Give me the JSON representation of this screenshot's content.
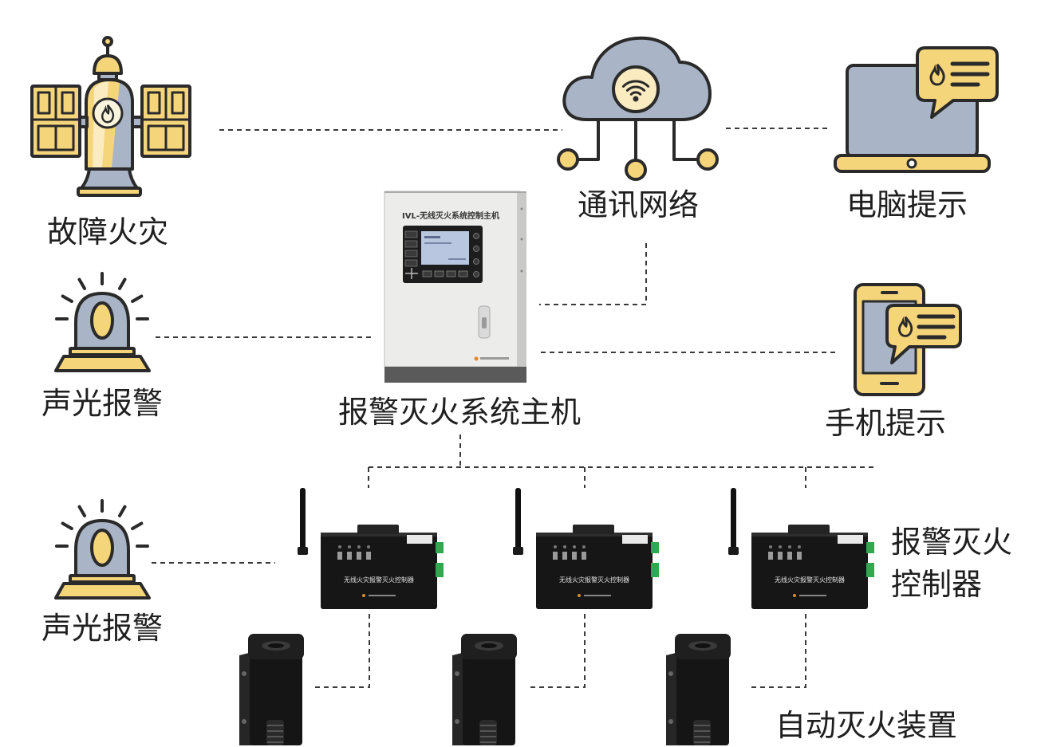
{
  "diagram": {
    "fault_fire": {
      "label": "故障火灾",
      "icon": "satellite-icon"
    },
    "network": {
      "label": "通讯网络",
      "icon": "cloud-wifi-icon"
    },
    "pc_alert": {
      "label": "电脑提示",
      "icon": "laptop-icon"
    },
    "host": {
      "label": "报警灭火系统主机",
      "panel_title": "IVL-无线灭火系统控制主机"
    },
    "alarm_top": {
      "label": "声光报警",
      "icon": "alarm-light-icon"
    },
    "phone_alert": {
      "label": "手机提示",
      "icon": "phone-icon"
    },
    "controllers": {
      "label_line1": "报警灭火",
      "label_line2": "控制器",
      "device_face_text": "无线火灾报警灭火控制器"
    },
    "alarm_bottom": {
      "label": "声光报警",
      "icon": "alarm-light-icon"
    },
    "extinguishers": {
      "label": "自动灭火装置"
    }
  },
  "colors": {
    "accent_yellow": "#F5D57A",
    "cream": "#FAEBC0",
    "slate": "#A9B4C6",
    "outline": "#2A2A2A",
    "label_text": "#1F1F1F"
  }
}
